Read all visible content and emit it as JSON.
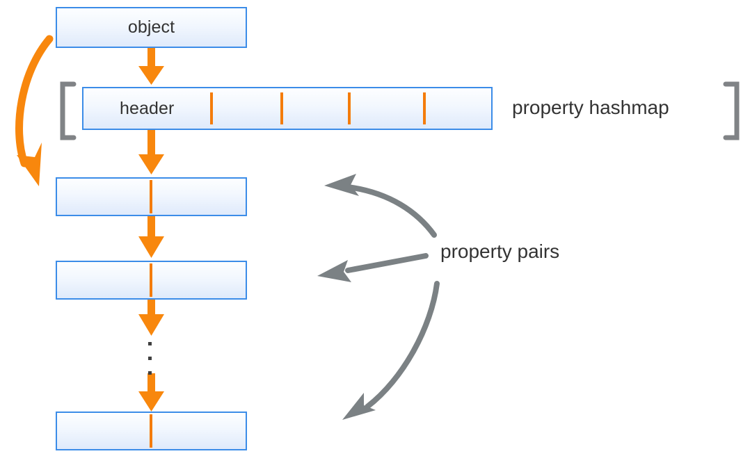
{
  "diagram": {
    "title_text_color": "#333333",
    "colors": {
      "box_border": "#3b8ce8",
      "box_fill_top": "#fdfeff",
      "box_fill_bottom": "#dfeafb",
      "orange_accent": "#f8870d",
      "orange_tick": "#f47c0b",
      "gray_annotation": "#7b8184",
      "bracket_gray": "#808386",
      "background": "#ffffff"
    },
    "boxes": {
      "object": {
        "label": "object"
      },
      "hashmap": {
        "label": "header",
        "separator_count": 4
      },
      "pair1": {
        "label": ""
      },
      "pair2": {
        "label": ""
      },
      "pair3": {
        "label": ""
      }
    },
    "labels": {
      "property_hashmap": "property hashmap",
      "property_pairs": "property pairs"
    },
    "brackets": {
      "left": "[",
      "right": "]"
    },
    "ellipsis": {
      "dot_count": 3,
      "meaning": "more property pairs"
    },
    "arrows": {
      "object_to_header": "orange-down-arrow",
      "header_to_pair1": "orange-down-arrow",
      "pair1_to_pair2": "orange-down-arrow",
      "pair2_to_ellipsis": "orange-down-arrow",
      "ellipsis_to_pair3": "orange-down-arrow",
      "object_to_pair1_curve": "orange-curved-arrow",
      "pairs_callout_upper": "gray-curved-arrow",
      "pairs_callout_middle": "gray-straight-arrow",
      "pairs_callout_lower": "gray-curved-arrow"
    }
  }
}
